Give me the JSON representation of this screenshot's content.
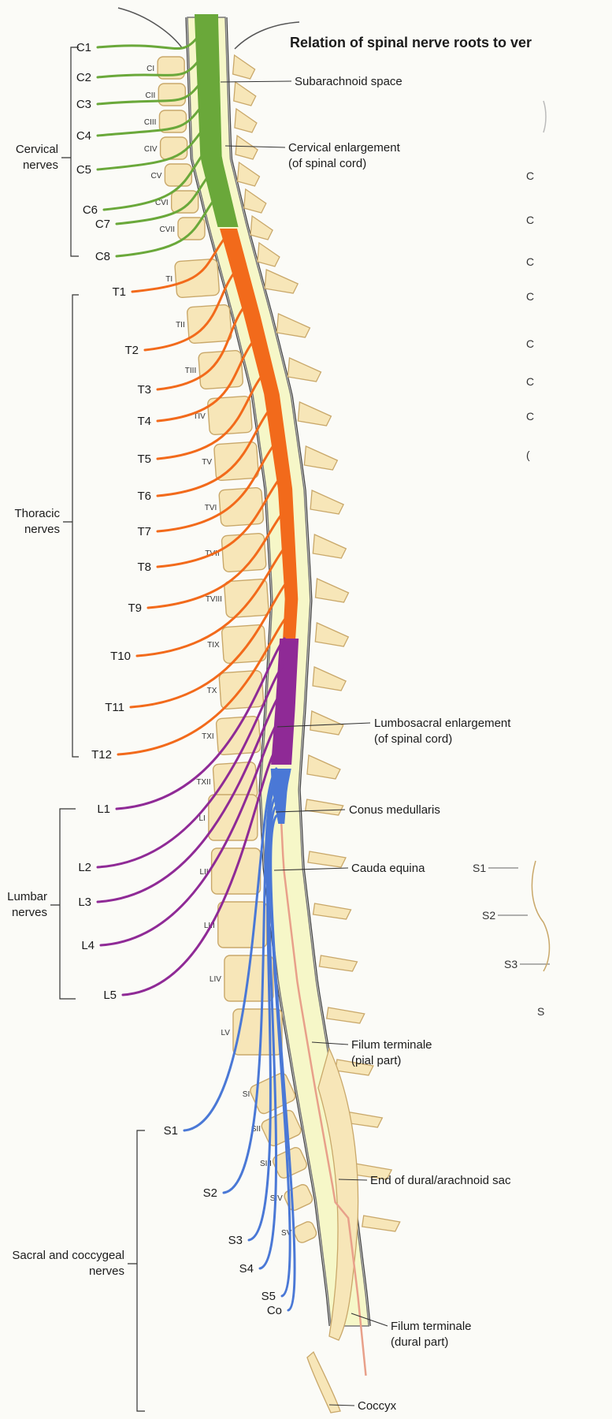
{
  "title": "Relation of spinal nerve roots to ver",
  "colors": {
    "cervical": "#6aa83a",
    "thoracic": "#f26a1b",
    "lumbar": "#8f2a96",
    "sacral": "#4a78d6",
    "bone": "#f7e6b8",
    "bone_edge": "#c9a86a",
    "csf": "#f6f7c8"
  },
  "groups": {
    "cervical": [
      "Cervical",
      "nerves"
    ],
    "thoracic": [
      "Thoracic",
      "nerves"
    ],
    "lumbar": [
      "Lumbar",
      "nerves"
    ],
    "sacral": [
      "Sacral and coccygeal",
      "nerves"
    ]
  },
  "nerves": {
    "cervical": [
      "C1",
      "C2",
      "C3",
      "C4",
      "C5",
      "C6",
      "C7",
      "C8"
    ],
    "thoracic": [
      "T1",
      "T2",
      "T3",
      "T4",
      "T5",
      "T6",
      "T7",
      "T8",
      "T9",
      "T10",
      "T11",
      "T12"
    ],
    "lumbar": [
      "L1",
      "L2",
      "L3",
      "L4",
      "L5"
    ],
    "sacral": [
      "S1",
      "S2",
      "S3",
      "S4",
      "S5",
      "Co"
    ]
  },
  "vertebrae": {
    "cervical": [
      "CI",
      "CII",
      "CIII",
      "CIV",
      "CV",
      "CVI",
      "CVII"
    ],
    "thoracic": [
      "TI",
      "TII",
      "TIII",
      "TIV",
      "TV",
      "TVI",
      "TVII",
      "TVIII",
      "TIX",
      "TX",
      "TXI",
      "TXII"
    ],
    "lumbar": [
      "LI",
      "LII",
      "LIII",
      "LIV",
      "LV"
    ],
    "sacral": [
      "SI",
      "SII",
      "SIII",
      "SIV",
      "SV"
    ]
  },
  "annotations": {
    "subarachnoid": [
      "Subarachnoid space"
    ],
    "cervical_enl": [
      "Cervical enlargement",
      "(of spinal cord)"
    ],
    "lumbosacral_enl": [
      "Lumbosacral enlargement",
      "(of spinal cord)"
    ],
    "conus": [
      "Conus medullaris"
    ],
    "cauda": [
      "Cauda equina"
    ],
    "filum_pial": [
      "Filum terminale",
      "(pial part)"
    ],
    "dural_end": [
      "End of dural/arachnoid sac"
    ],
    "filum_dural": [
      "Filum terminale",
      "(dural part)"
    ],
    "coccyx": [
      "Coccyx"
    ]
  },
  "right_fragment": {
    "cervical_letters": [
      "C",
      "C",
      "C",
      "C",
      "C",
      "C",
      "C",
      "(",
      "",
      ""
    ],
    "sacral_labels": [
      "S1",
      "S2",
      "S3",
      "S"
    ]
  }
}
